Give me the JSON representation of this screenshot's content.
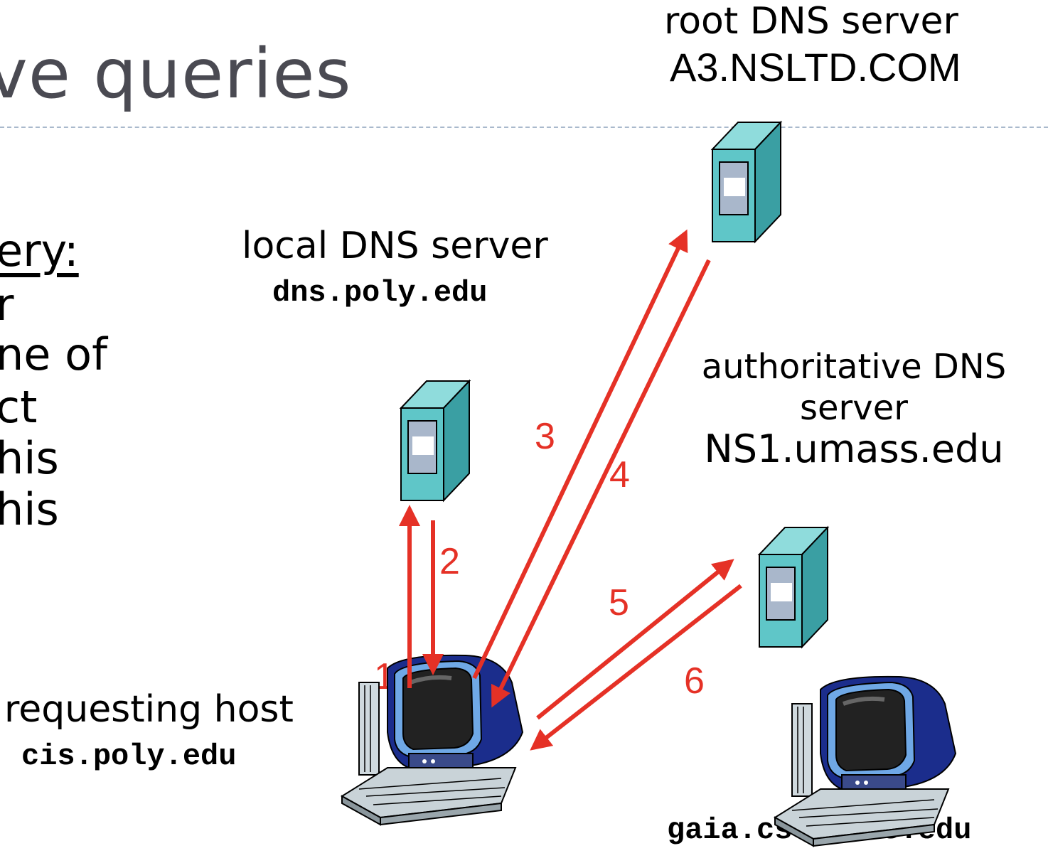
{
  "title": "ve queries",
  "left_text": {
    "heading": "ery:",
    "lines": [
      "r",
      "ne of",
      "ct",
      "his",
      "his"
    ]
  },
  "root_server": {
    "label": "root DNS server",
    "hostname": "A3.NSLTD.COM"
  },
  "local_server": {
    "label": "local DNS server",
    "hostname": "dns.poly.edu"
  },
  "authoritative_server": {
    "label_line1": "authoritative DNS",
    "label_line2": "server",
    "hostname": "NS1.umass.edu"
  },
  "requesting_host": {
    "label": "requesting host",
    "hostname": "cis.poly.edu"
  },
  "target_host": {
    "hostname": "gaia.cs.umass.edu"
  },
  "steps": [
    "1",
    "2",
    "3",
    "4",
    "5",
    "6"
  ],
  "colors": {
    "arrow": "#e53126",
    "server_front": "#5fc6c8",
    "server_side": "#3a9fa3",
    "title": "#4a4a52"
  },
  "icons": {
    "server": "server-tower-icon",
    "host": "desktop-computer-icon"
  }
}
